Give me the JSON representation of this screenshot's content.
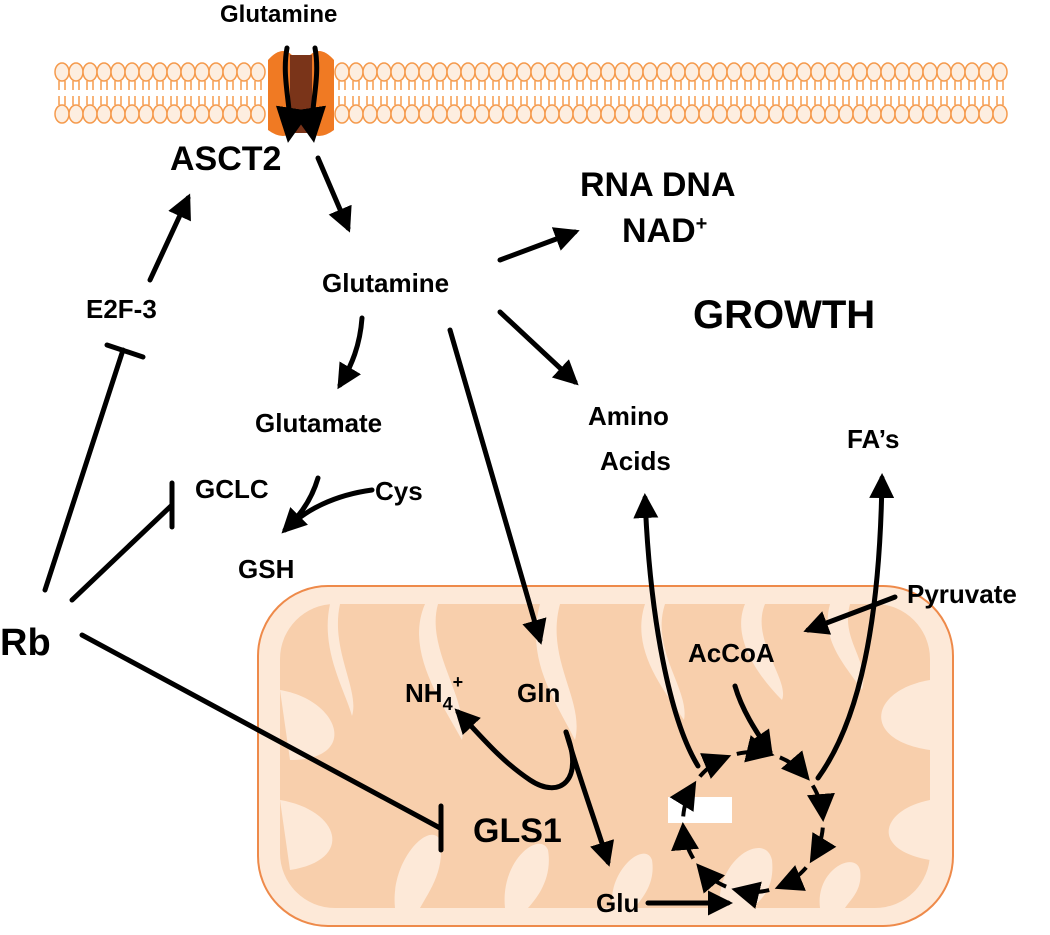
{
  "labels": {
    "glutamine_top": "Glutamine",
    "asct2": "ASCT2",
    "rna_dna": "RNA DNA",
    "nad": "NAD",
    "nad_sup": "+",
    "glutamine_mid": "Glutamine",
    "growth": "GROWTH",
    "e2f3": "E2F-3",
    "glutamate": "Glutamate",
    "amino": "Amino",
    "acids": "Acids",
    "fas": "FA’s",
    "gclc": "GCLC",
    "cys": "Cys",
    "gsh": "GSH",
    "pyruvate": "Pyruvate",
    "rb": "Rb",
    "accoa": "AcCoA",
    "nh4": "NH",
    "nh4_sub": "4",
    "nh4_sup": "+",
    "gln": "Gln",
    "gls1": "GLS1",
    "glu": "Glu"
  },
  "colors": {
    "membrane": "#f59a4c",
    "membrane_fill": "#fdeee0",
    "transporter": "#f07a23",
    "transporter_core": "#7a3419",
    "mito_fill": "#fbe3d0",
    "mito_stroke": "#ee8a4a",
    "cristae": "#f6c7a2",
    "line": "#000000"
  },
  "icons": {
    "transporter": "asct2-transporter-icon",
    "mitochondrion": "mitochondrion-icon",
    "membrane": "lipid-bilayer-icon",
    "tca_cycle": "tca-cycle-icon"
  }
}
